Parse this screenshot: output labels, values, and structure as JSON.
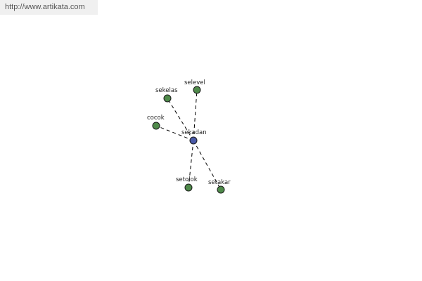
{
  "banner": {
    "url_text": "http://www.artikata.com"
  },
  "colors": {
    "center_node": "#4a5aa8",
    "leaf_node": "#4f8a4a",
    "edge": "#000000",
    "banner_bg": "#f0f0f0"
  },
  "graph": {
    "center": {
      "id": "center",
      "label": "sekadan"
    },
    "nodes": [
      {
        "id": "selevel",
        "label": "selevel"
      },
      {
        "id": "sekelas",
        "label": "sekelas"
      },
      {
        "id": "cocok",
        "label": "cocok"
      },
      {
        "id": "setolok",
        "label": "setolok"
      },
      {
        "id": "setakar",
        "label": "setakar"
      }
    ]
  }
}
